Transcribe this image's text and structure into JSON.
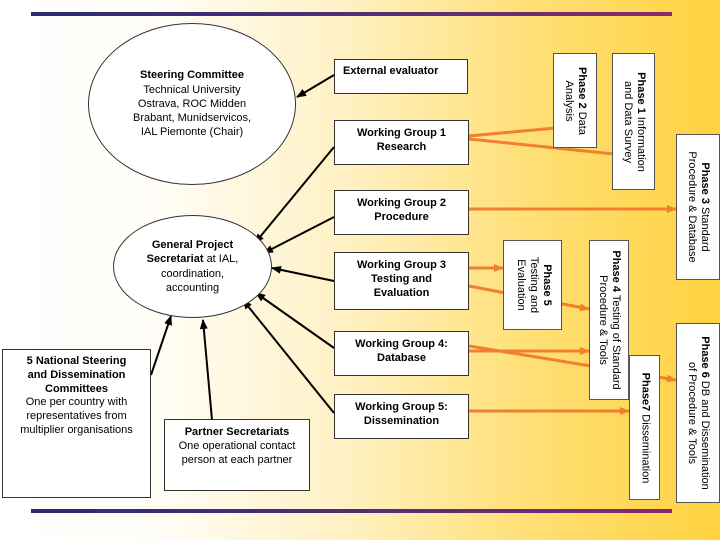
{
  "steering": {
    "title": "Steering Committee",
    "members": [
      "Technical University",
      "Ostrava, ROC Midden",
      "Brabant, Munidservicos,",
      "IAL Piemonte (Chair)"
    ]
  },
  "external": {
    "label": "External evaluator"
  },
  "secretariat": {
    "title_1": "General Project",
    "title_2": "Secretariat",
    "desc_1": "at IAL,",
    "desc_2": "coordination,",
    "desc_3": "accounting"
  },
  "national": {
    "title_1": "5 National Steering",
    "title_2": "and Dissemination",
    "title_3": "Committees",
    "desc_1": "One per country with",
    "desc_2": "representatives from",
    "desc_3": "multiplier organisations"
  },
  "partner": {
    "title": "Partner Secretariats",
    "desc_1": "One operational contact",
    "desc_2": "person at each partner"
  },
  "working_groups": [
    {
      "line1": "Working Group 1",
      "line2": "Research"
    },
    {
      "line1": "Working Group 2",
      "line2": "Procedure"
    },
    {
      "line1": "Working Group 3",
      "line2": "Testing and",
      "line3": "Evaluation"
    },
    {
      "line1": "Working Group 4:",
      "line2": "Database"
    },
    {
      "line1": "Working Group 5:",
      "line2": "Dissemination"
    }
  ],
  "phases": {
    "p1": {
      "bold": "Phase 1",
      "rest": " Information",
      "line2": "and Data Survey"
    },
    "p2": {
      "bold": "Phase 2",
      "rest": " Data",
      "line2": "Analysis"
    },
    "p3": {
      "bold": "Phase 3",
      "rest": " Standard",
      "line2": "Procedure & Database"
    },
    "p4": {
      "bold": "Phase 4",
      "rest": " Testing of Standard",
      "line2": "Procedure & Tools"
    },
    "p5": {
      "bold": "Phase 5",
      "line2": "Testing and",
      "line3": "Evaluation"
    },
    "p6": {
      "bold": "Phase 6",
      "rest": " DB and Dissemination",
      "line2": "of Procedure & Tools"
    },
    "p7": {
      "bold": "Phase7",
      "rest": " Dissemination"
    }
  },
  "colors": {
    "arrow_orange": "#f08030",
    "arrow_black": "#000000",
    "bar_navy": "#2a2d6e",
    "bar_purple": "#8a2a6a"
  }
}
